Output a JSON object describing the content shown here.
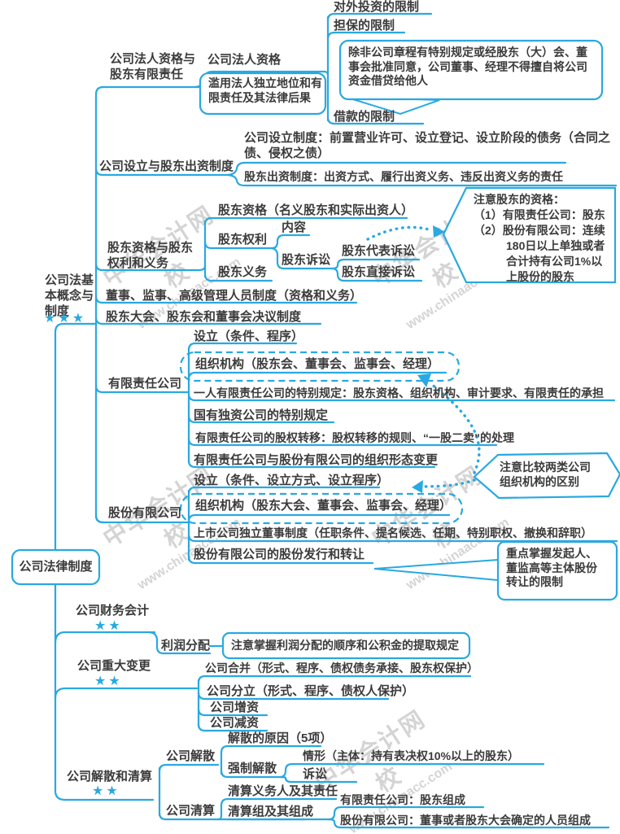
{
  "watermark": {
    "brand": "中华会计网校",
    "url": "www.chinaacc.com"
  },
  "root": {
    "label": "公司法律制度"
  },
  "branch_concepts": {
    "label": "公司法基本概念与制度",
    "stars": "★★★",
    "corp_personality": {
      "label": "公司法人资格与股东有限责任",
      "legal_person": {
        "label": "公司法人资格",
        "investment_limit": "对外投资的限制",
        "guarantee_limit": "担保的限制",
        "loan_limit": "借款的限制",
        "note": "除非公司章程有特别规定或经股东（大）会、董事会批准同意，公司董事、经理不得擅自将公司资金借贷给他人"
      },
      "abuse": {
        "label": "滥用法人独立地位和有限责任及其法律后果"
      }
    },
    "establishment": {
      "label": "公司设立与股东出资制度",
      "setup_system": "公司设立制度：前置营业许可、设立登记、设立阶段的债务（合同之债、侵权之债）",
      "capital_system": "股东出资制度：出资方式、履行出资义务、违反出资义务的责任"
    },
    "shareholder": {
      "label": "股东资格与股东权利和义务",
      "qualification": "股东资格（名义股东和实际出资人）",
      "rights": {
        "label": "股东权利",
        "content": "内容",
        "litigation": {
          "label": "股东诉讼",
          "derivative": "股东代表诉讼",
          "direct": "股东直接诉讼"
        }
      },
      "duties": "股东义务",
      "note_lines": [
        "注意股东的资格：",
        "（1）有限责任公司：股东",
        "（2）股份有限公司：连续",
        "180日以上单独或者",
        "合计持有公司1%以",
        "上股份的股东"
      ]
    },
    "directors": "董事、监事、高级管理人员制度（资格和义务）",
    "meetings": "股东大会、股东会和董事会决议制度",
    "llc": {
      "label": "有限责任公司",
      "setup": "设立（条件、程序）",
      "org": "组织机构（股东会、董事会、监事会、经理）",
      "one_person": "一人有限责任公司的特别规定：股东资格、组织机构、审计要求、有限责任的承担",
      "state_owned": "国有独资公司的特别规定",
      "equity_transfer": "有限责任公司的股权转移：股权转移的规则、“一股二卖”的处理",
      "form_change": "有限责任公司与股份有限公司的组织形态变更"
    },
    "jsc": {
      "label": "股份有限公司",
      "setup": "设立（条件、设立方式、设立程序）",
      "org": "组织机构（股东大会、董事会、监事会、经理）",
      "independent_director": "上市公司独立董事制度（任职条件、提名候选、任期、特别职权、撤换和辞职）",
      "share_issue": "股份有限公司的股份发行和转让",
      "note_compare": "注意比较两类公司组织机构的区别",
      "note_transfer": "重点掌握发起人、董监高等主体股份转让的限制"
    }
  },
  "branch_finance": {
    "label": "公司财务会计",
    "stars": "★★",
    "profit": {
      "label": "利润分配",
      "note": "注意掌握利润分配的顺序和公积金的提取规定"
    }
  },
  "branch_changes": {
    "label": "公司重大变更",
    "stars": "★★",
    "merger": "公司合并（形式、程序、债权债务承接、股东权保护）",
    "division": "公司分立（形式、程序、债权人保护）",
    "capital_increase": "公司增资",
    "capital_decrease": "公司减资"
  },
  "branch_dissolution": {
    "label": "公司解散和清算",
    "stars": "★★",
    "dissolution": {
      "label": "公司解散",
      "reasons": "解散的原因（5项）",
      "forced": {
        "label": "强制解散",
        "situation": "情形（主体：持有表决权10%以上的股东）",
        "lawsuit": "诉讼"
      }
    },
    "liquidation": {
      "label": "公司清算",
      "obligor": "清算义务人及其责任",
      "group": {
        "label": "清算组及其组成",
        "llc": "有限责任公司：股东组成",
        "jsc": "股份有限公司：董事或者股东大会确定的人员组成"
      }
    }
  },
  "colors": {
    "line": "#29a9e0",
    "text": "#3b3b3b"
  }
}
